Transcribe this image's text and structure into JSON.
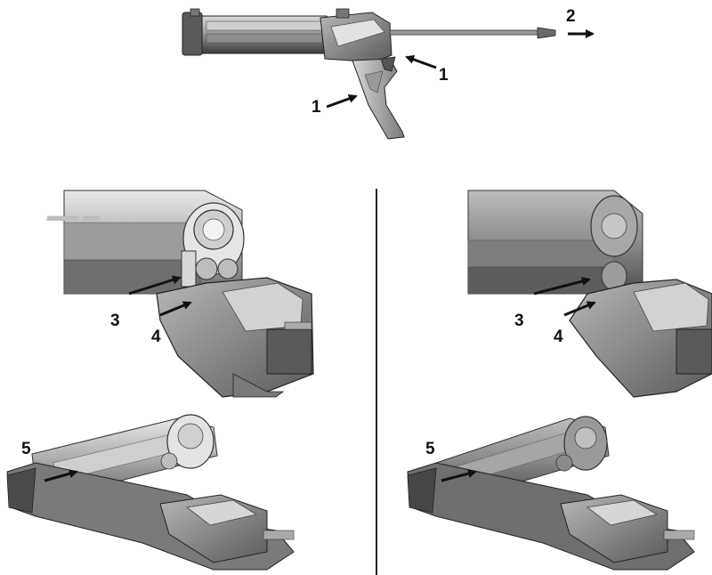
{
  "callouts": {
    "top_release_lever": "1",
    "top_trigger": "1",
    "top_plunger": "2",
    "left_holder": "3",
    "left_latch": "4",
    "left_slide": "5",
    "right_holder": "3",
    "right_latch": "4",
    "right_slide": "5"
  },
  "colors": {
    "line": "#111111",
    "dark_body": "#4a4a4a",
    "mid_body": "#8a8a8a",
    "light_body": "#c8c8c8",
    "highlight": "#e6e6e6",
    "divider": "#222222"
  }
}
